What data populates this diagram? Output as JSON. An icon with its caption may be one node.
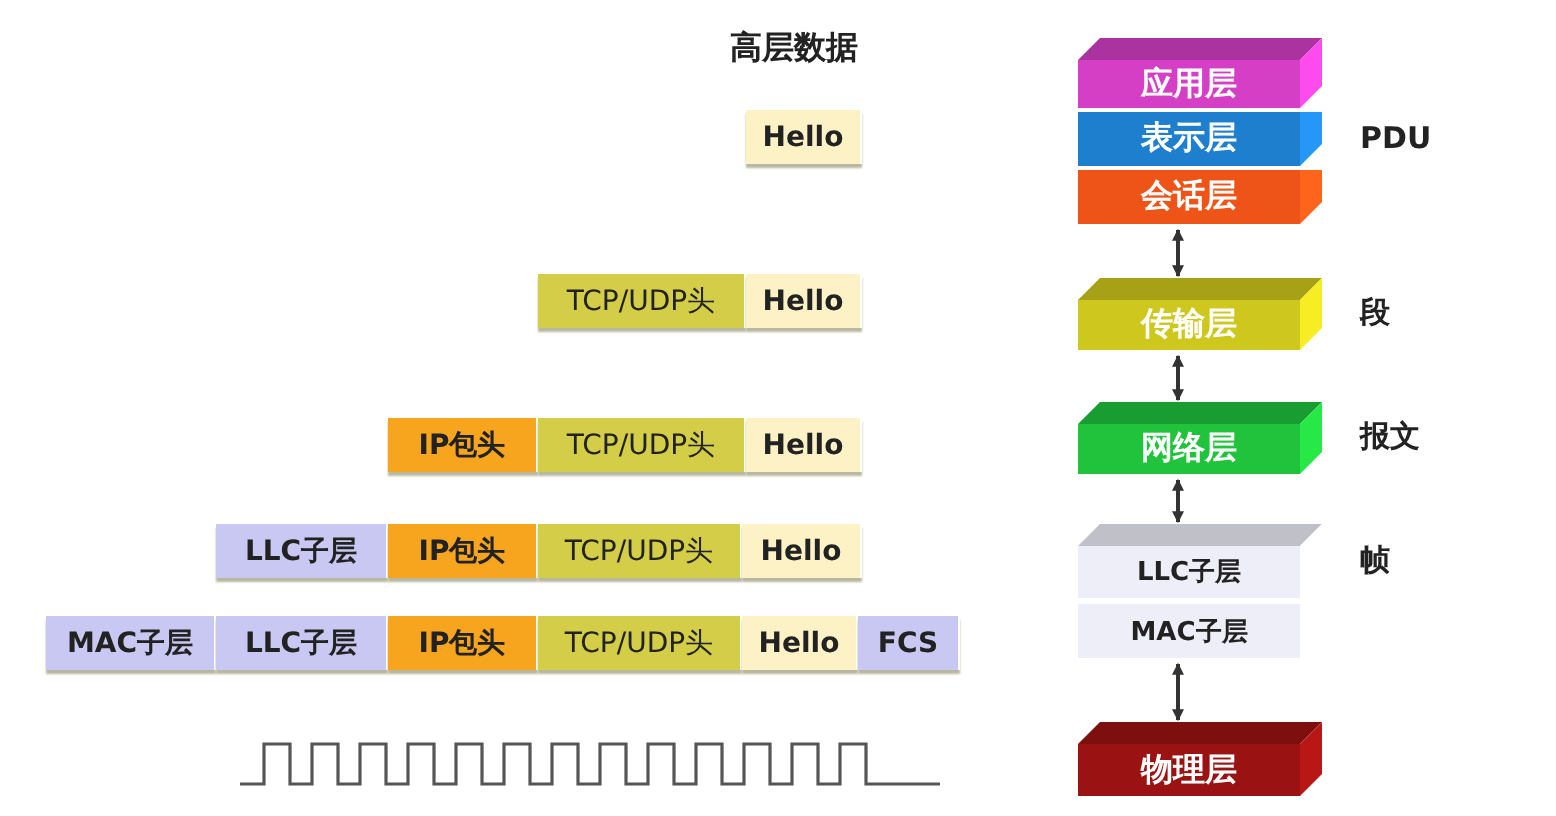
{
  "diagram": {
    "nodes": [
      {
        "text": [
          "Hello"
        ]
      },
      {
        "text": [
          "TCP/UDP头"
        ]
      },
      {
        "text": [
          "Hello"
        ]
      },
      {
        "text": [
          "IP包头"
        ]
      },
      {
        "text": [
          "TCP/UDP头"
        ]
      },
      {
        "text": [
          "Hello"
        ]
      },
      {
        "text": [
          "LLC子层"
        ]
      },
      {
        "text": [
          "IP包头"
        ]
      },
      {
        "text": [
          "TCP/UDP头"
        ]
      },
      {
        "text": [
          "Hello"
        ]
      },
      {
        "text": [
          "MAC子层"
        ]
      },
      {
        "text": [
          "LLC子层"
        ]
      },
      {
        "text": [
          "IP包头"
        ]
      },
      {
        "text": [
          "TCP/UDP头"
        ]
      },
      {
        "text": [
          "Hello"
        ]
      },
      {
        "text": [
          "FCS"
        ]
      },
      {
        "text": [
          "应用层"
        ]
      },
      {
        "text": [
          "表示层"
        ],
        "beside": [
          "PDU"
        ]
      },
      {
        "text": [
          "会话层"
        ]
      },
      {
        "text": [
          "传输层"
        ],
        "beside": [
          "段"
        ]
      },
      {
        "text": [
          "网络层"
        ],
        "beside": [
          "报文"
        ]
      },
      {
        "text": [
          "LLC子层"
        ],
        "beside": [
          "帧"
        ]
      },
      {
        "text": [
          "MAC子层"
        ]
      },
      {
        "text": [
          "物理层"
        ]
      }
    ],
    "edges": [
      {
        "from": 18,
        "to": 19,
        "arrow": "both"
      },
      {
        "from": 19,
        "to": 20,
        "arrow": "both"
      },
      {
        "from": 20,
        "to": 21,
        "arrow": "both"
      },
      {
        "from": 22,
        "to": 23,
        "arrow": "both"
      }
    ],
    "labels": [
      "高层数据"
    ]
  }
}
